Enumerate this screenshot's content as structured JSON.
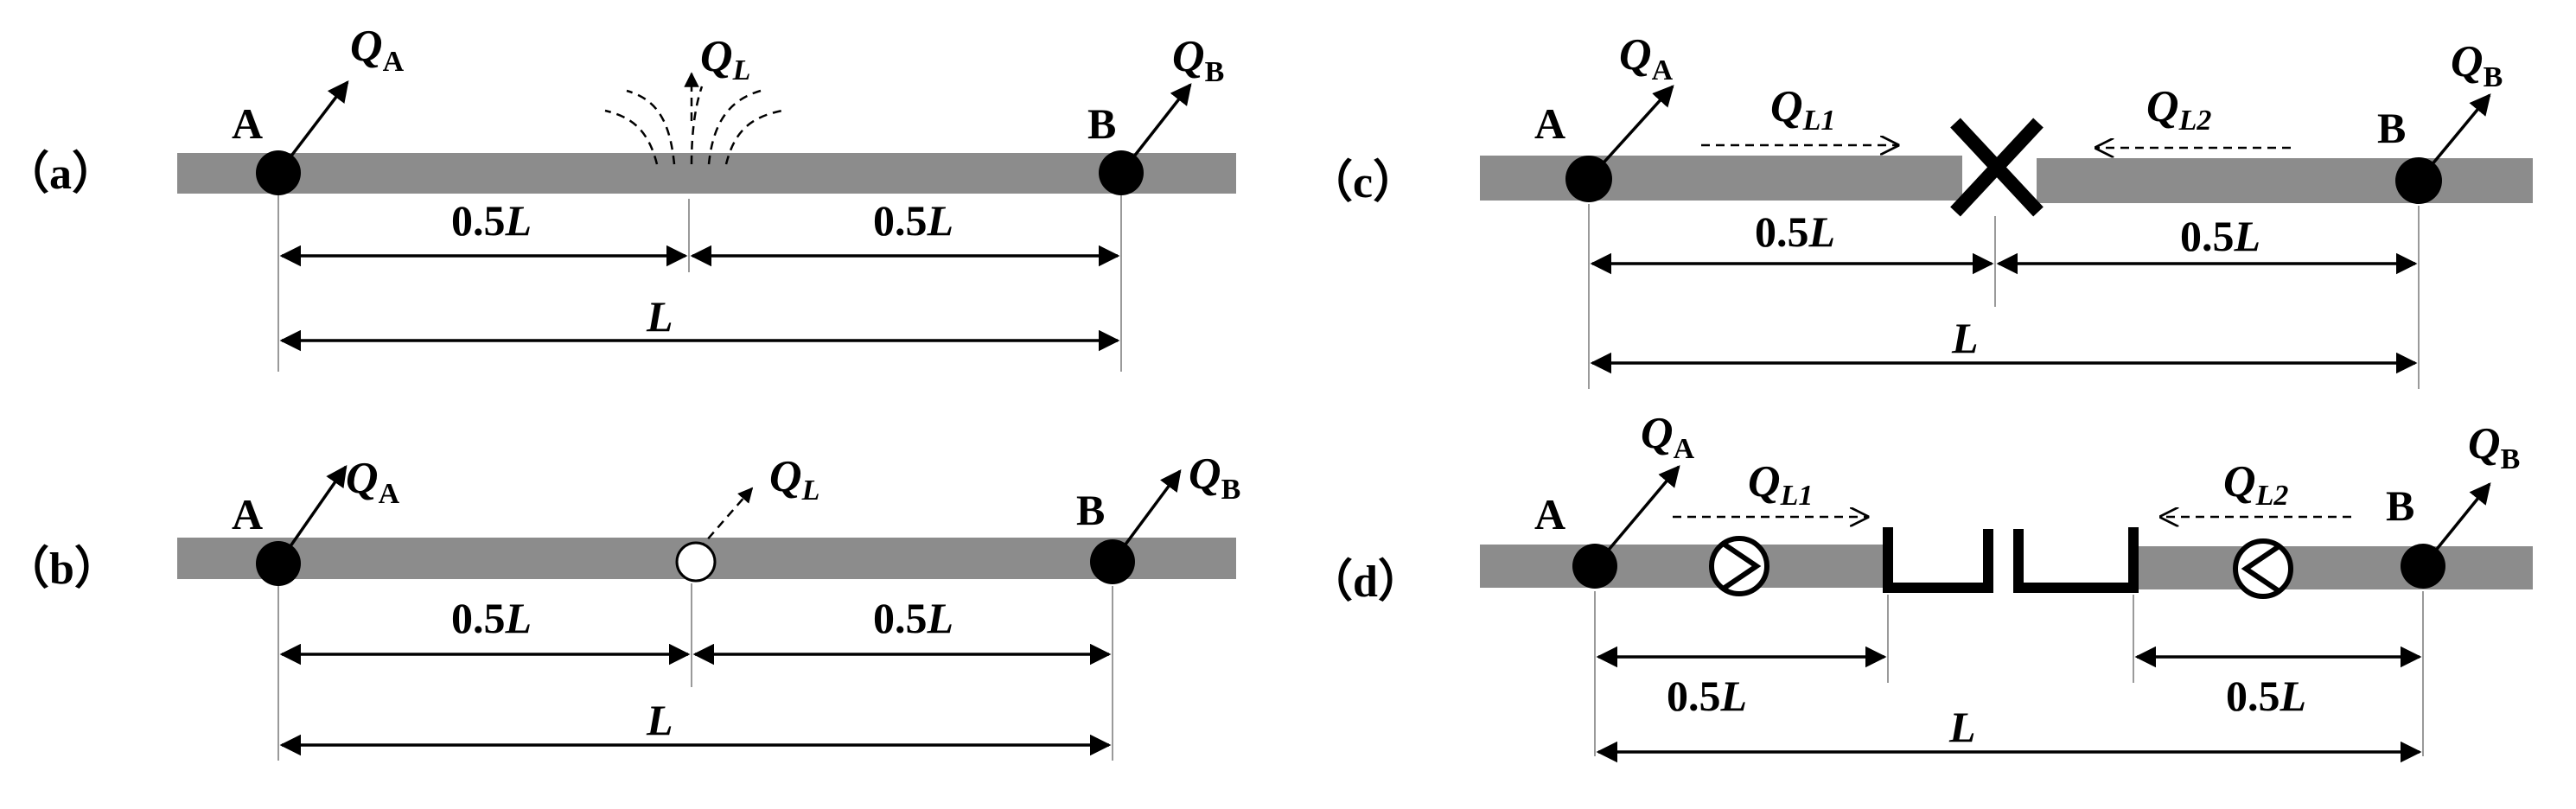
{
  "panels": {
    "a": {
      "tag": "（a）",
      "point_a": "A",
      "point_b": "B",
      "flow_a": "Q",
      "flow_a_sub": "A",
      "flow_b": "Q",
      "flow_b_sub": "B",
      "leak": "Q",
      "leak_sub": "L",
      "half_left": "0.5",
      "half_right": "0.5",
      "half_var": "L",
      "total": "L"
    },
    "b": {
      "tag": "（b）",
      "point_a": "A",
      "point_b": "B",
      "flow_a": "Q",
      "flow_a_sub": "A",
      "flow_b": "Q",
      "flow_b_sub": "B",
      "leak": "Q",
      "leak_sub": "L",
      "half_left": "0.5",
      "half_right": "0.5",
      "half_var": "L",
      "total": "L"
    },
    "c": {
      "tag": "（c）",
      "point_a": "A",
      "point_b": "B",
      "flow_a": "Q",
      "flow_a_sub": "A",
      "flow_b": "Q",
      "flow_b_sub": "B",
      "leak1": "Q",
      "leak1_sub": "L1",
      "leak2": "Q",
      "leak2_sub": "L2",
      "half_left": "0.5",
      "half_right": "0.5",
      "half_var": "L",
      "total": "L"
    },
    "d": {
      "tag": "（d）",
      "point_a": "A",
      "point_b": "B",
      "flow_a": "Q",
      "flow_a_sub": "A",
      "flow_b": "Q",
      "flow_b_sub": "B",
      "leak1": "Q",
      "leak1_sub": "L1",
      "leak2": "Q",
      "leak2_sub": "L2",
      "half_left": "0.5",
      "half_right": "0.5",
      "half_var": "L",
      "total": "L"
    }
  },
  "colors": {
    "pipe": "#8c8c8c",
    "node": "#000000",
    "guide": "#9a9a9a"
  }
}
